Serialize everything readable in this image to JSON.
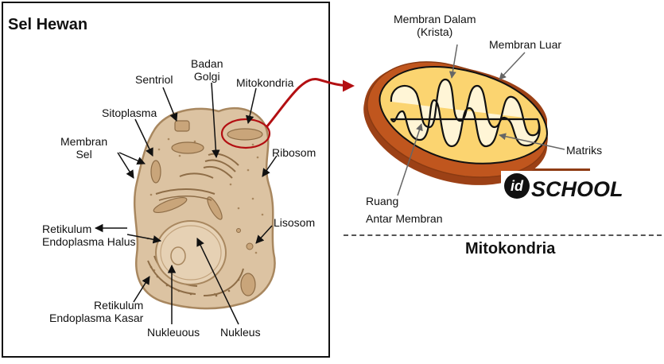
{
  "left_panel": {
    "title": "Sel Hewan",
    "labels": {
      "sentriol": "Sentriol",
      "badan_golgi": [
        "Badan",
        "Golgi"
      ],
      "mitokondria": "Mitokondria",
      "sitoplasma": "Sitoplasma",
      "membran_sel": [
        "Membran",
        "Sel"
      ],
      "ribosom": "Ribosom",
      "lisosom": "Lisosom",
      "rek_halus": [
        "Retikulum",
        "Endoplasma Halus"
      ],
      "rek_kasar": [
        "Retikulum",
        "Endoplasma Kasar"
      ],
      "nukleuous": "Nukleuous",
      "nukleus": "Nukleus"
    }
  },
  "right_panel": {
    "title": "Mitokondria",
    "labels": {
      "membran_dalam": [
        "Membran Dalam",
        "(Krista)"
      ],
      "membran_luar": "Membran Luar",
      "matriks": "Matriks",
      "ruang_antar": [
        "Ruang",
        "Antar Membran"
      ]
    },
    "logo": {
      "prefix": "id",
      "suffix": "SCHOOL"
    }
  },
  "colors": {
    "cell_fill": "#dcc3a2",
    "cell_stroke": "#a8875f",
    "organelle": "#c9a57a",
    "highlight_arrow": "#b30f12",
    "mito_outer": "#c0561e",
    "mito_outer_dark": "#9c4116",
    "mito_inner": "#fbd470",
    "mito_crista": "#fff5d6"
  }
}
